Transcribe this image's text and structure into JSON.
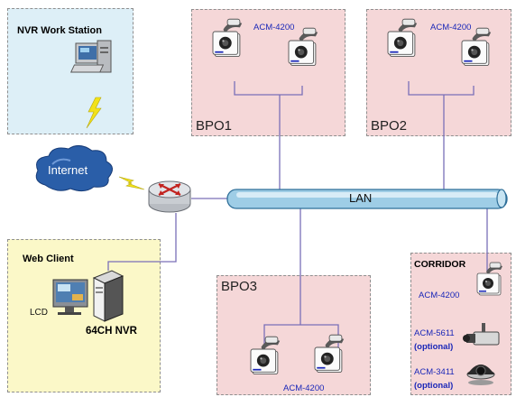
{
  "zones": {
    "nvr_ws": "NVR Work Station",
    "web_client": "Web Client",
    "bpo1": "BPO1",
    "bpo2": "BPO2",
    "bpo3": "BPO3",
    "corridor": "CORRIDOR"
  },
  "network": {
    "internet": "Internet",
    "lan": "LAN"
  },
  "devices": {
    "lcd": "LCD",
    "nvr": "64CH NVR"
  },
  "cameras": {
    "bpo1": "ACM-4200",
    "bpo2": "ACM-4200",
    "bpo3": "ACM-4200",
    "corridor_1": "ACM-4200",
    "corridor_2": "ACM-5611",
    "corridor_3": "ACM-3411",
    "optional": "(optional)"
  },
  "colors": {
    "zone_pink": "#f5d7d8",
    "zone_blue": "#ddeff7",
    "zone_yellow": "#fbf8c8",
    "cable": "#7a6fb8",
    "lan_bar": "#9ecde6",
    "cloud": "#2a5ea8",
    "lightning": "#f2e21a",
    "label_blue": "#1a27b8"
  }
}
